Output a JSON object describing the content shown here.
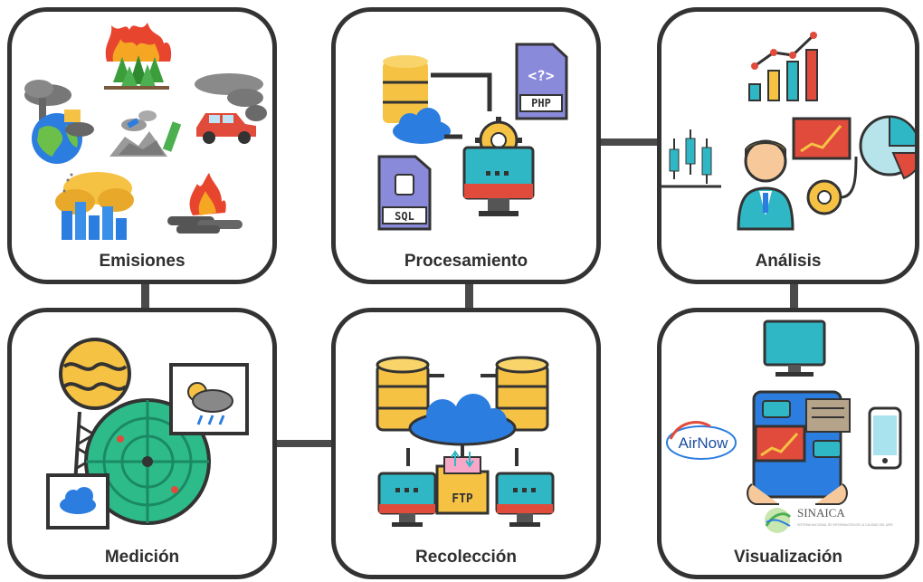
{
  "stages": {
    "emisiones": "Emisiones",
    "procesamiento": "Procesamiento",
    "analisis": "Análisis",
    "medicion": "Medición",
    "recoleccion": "Recolección",
    "visualizacion": "Visualización"
  },
  "file_icons": {
    "php": "PHP",
    "php_tag": "<?>",
    "sql": "SQL",
    "ftp": "FTP"
  },
  "logos": {
    "airnow": "AirNow",
    "sinaica": "SINAICA",
    "sinaica_sub": "SISTEMA NACIONAL DE INFORMACIÓN DE LA CALIDAD DEL AIRE"
  },
  "colors": {
    "border": "#333333",
    "database": "#f6c244",
    "cloud": "#2b7de0",
    "screen": "#2fb7c5",
    "chart_red": "#e4473f",
    "radar_green": "#2dbb8a"
  },
  "icons": [
    "forest-fire-icon",
    "factory-earth-icon",
    "smog-icon",
    "car-exhaust-icon",
    "garbage-burning-icon",
    "city-pollution-icon",
    "campfire-icon",
    "database-icon",
    "php-file-icon",
    "sql-file-icon",
    "gear-icon",
    "monitor-icon",
    "bar-chart-icon",
    "candlestick-icon",
    "analyst-icon",
    "pie-chart-icon",
    "weather-station-icon",
    "radar-icon",
    "weather-icon",
    "cloud-icon",
    "server-icon",
    "ftp-folder-icon",
    "tablet-icon",
    "phone-icon"
  ]
}
